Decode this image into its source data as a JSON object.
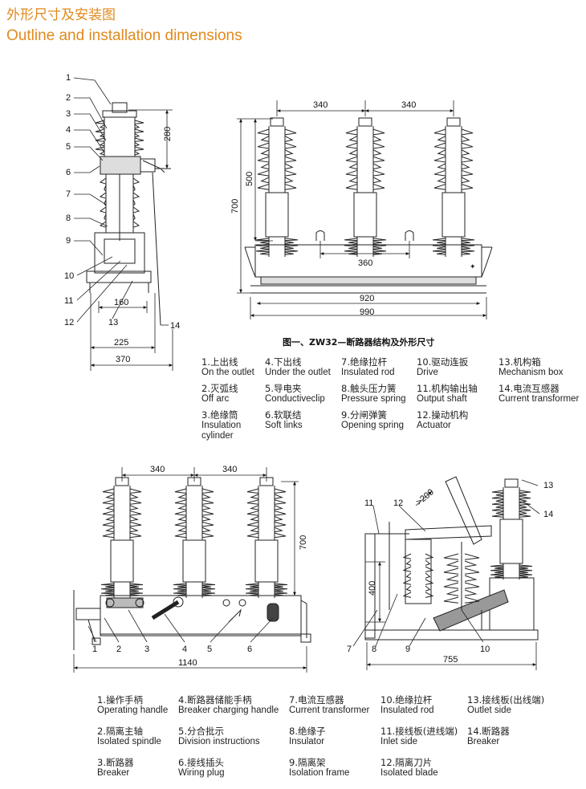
{
  "title_cn": "外形尺寸及安装图",
  "title_en": "Outline and installation dimensions",
  "caption": "图一、ZW32—断路器结构及外形尺寸",
  "side_view": {
    "callouts": [
      "1",
      "2",
      "3",
      "4",
      "5",
      "6",
      "7",
      "8",
      "9",
      "10",
      "11",
      "12",
      "13",
      "14"
    ],
    "dims": {
      "d280": "280",
      "d160": "160",
      "d225": "225",
      "d370": "370"
    }
  },
  "front_view": {
    "dims": {
      "d340a": "340",
      "d340b": "340",
      "d500": "500",
      "d700": "700",
      "d360": "360",
      "d920": "920",
      "d990": "990"
    }
  },
  "bottom_left_view": {
    "callouts": [
      "1",
      "2",
      "3",
      "4",
      "5",
      "6"
    ],
    "dims": {
      "d340a": "340",
      "d340b": "340",
      "d700": "700",
      "d1140": "1140"
    }
  },
  "bottom_right_view": {
    "callouts": [
      "7",
      "8",
      "9",
      "10",
      "11",
      "12",
      "13",
      "14"
    ],
    "dims": {
      "d200": ">200",
      "d400": "400",
      "d755": "755"
    }
  },
  "legend1": [
    {
      "cn": "1.上出线",
      "en": "On the outlet"
    },
    {
      "cn": "4.下出线",
      "en": "Under the outlet"
    },
    {
      "cn": "7.绝缘拉杆",
      "en": "Insulated rod"
    },
    {
      "cn": "10.驱动连扳",
      "en": "Drive"
    },
    {
      "cn": "13.机构箱",
      "en": "Mechanism box"
    },
    {
      "cn": "2.灭弧线",
      "en": "Off arc"
    },
    {
      "cn": "5.导电夹",
      "en": "Conductiveclip"
    },
    {
      "cn": "8.触头压力簧",
      "en": "Pressure spring"
    },
    {
      "cn": "11.机构输出轴",
      "en": "Output shaft"
    },
    {
      "cn": "14.电流互感器",
      "en": "Current transformer"
    },
    {
      "cn": "3.绝缘筒",
      "en": "Insulation",
      "en2": "cylinder"
    },
    {
      "cn": "6.软联结",
      "en": "Soft links"
    },
    {
      "cn": "9.分闸弹簧",
      "en": "Opening spring"
    },
    {
      "cn": "12.操动机构",
      "en": "Actuator"
    }
  ],
  "legend2": [
    {
      "cn": "1.操作手柄",
      "en": "Operating handle"
    },
    {
      "cn": "4.断路器储能手柄",
      "en": "Breaker charging handle"
    },
    {
      "cn": "7.电流互感器",
      "en": "Current transformer"
    },
    {
      "cn": "10.绝缘拉杆",
      "en": "Insulated rod"
    },
    {
      "cn": "13.接线板(出线端)",
      "en": "Outlet side"
    },
    {
      "cn": "2.隔离主轴",
      "en": "Isolated spindle"
    },
    {
      "cn": "5.分合批示",
      "en": "Division instructions"
    },
    {
      "cn": "8.绝缘子",
      "en": "Insulator"
    },
    {
      "cn": "11.接线板(进线端)",
      "en": "Inlet side"
    },
    {
      "cn": "14.断路器",
      "en": "Breaker"
    },
    {
      "cn": "3.断路器",
      "en": "Breaker"
    },
    {
      "cn": "6.接线插头",
      "en": "Wiring plug"
    },
    {
      "cn": "9.隔离架",
      "en": "Isolation frame"
    },
    {
      "cn": "12.隔离刀片",
      "en": "Isolated blade"
    }
  ]
}
